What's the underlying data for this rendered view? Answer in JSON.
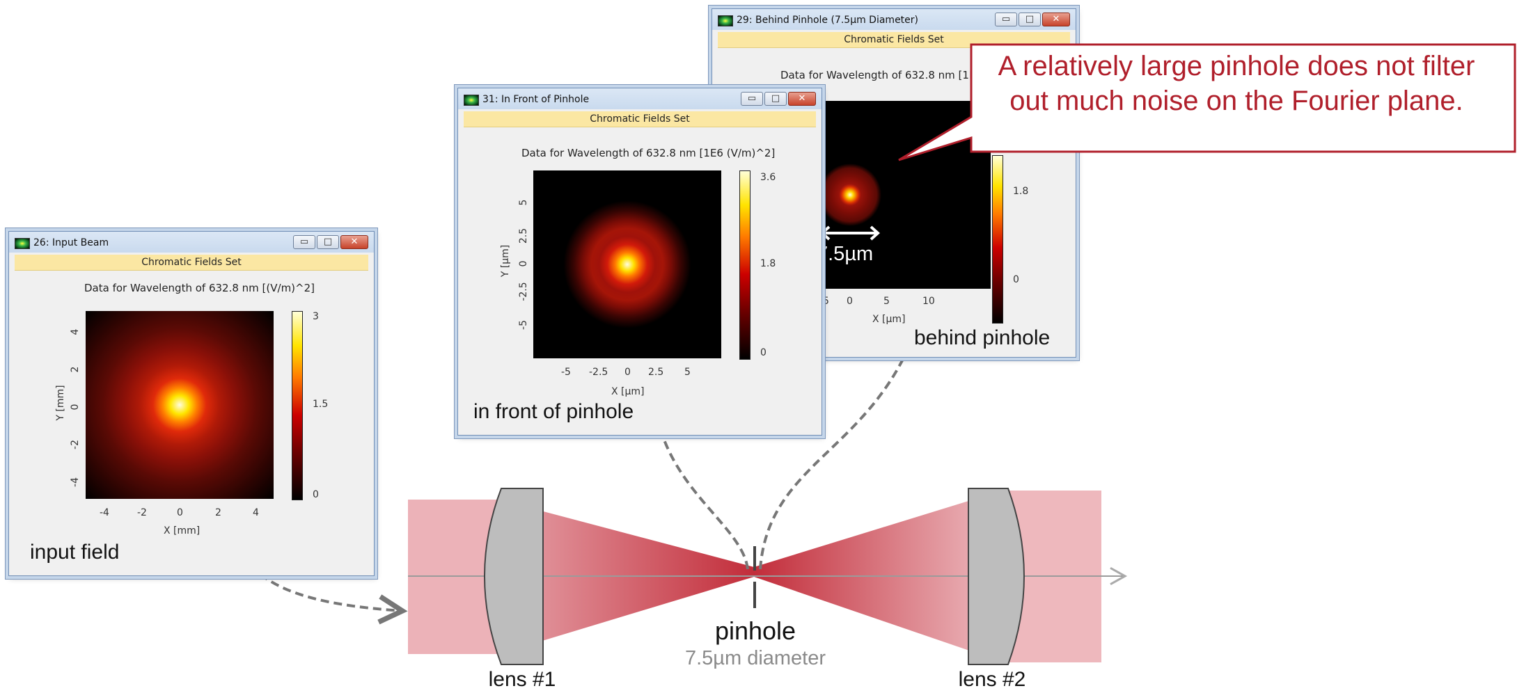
{
  "windows": {
    "input": {
      "title": "26: Input Beam",
      "band": "Chromatic Fields Set",
      "data_title": "Data for Wavelength of 632.8 nm  [(V/m)^2]",
      "x_label": "X [mm]",
      "y_label": "Y [mm]",
      "x_ticks": [
        "-4",
        "-2",
        "0",
        "2",
        "4"
      ],
      "y_ticks": [
        "4",
        "2",
        "0",
        "-2",
        "-4"
      ],
      "colorbar_ticks": [
        "3",
        "1.5",
        "0"
      ],
      "caption": "input field"
    },
    "front": {
      "title": "31: In Front of Pinhole",
      "band": "Chromatic Fields Set",
      "data_title": "Data for Wavelength of 632.8 nm  [1E6 (V/m)^2]",
      "x_label": "X [µm]",
      "y_label": "Y [µm]",
      "x_ticks": [
        "-5",
        "-2.5",
        "0",
        "2.5",
        "5"
      ],
      "y_ticks": [
        "5",
        "2.5",
        "0",
        "-2.5",
        "-5"
      ],
      "colorbar_ticks": [
        "3.6",
        "1.8",
        "0"
      ],
      "caption": "in front of pinhole"
    },
    "behind": {
      "title": "29: Behind Pinhole (7.5µm Diameter)",
      "band": "Chromatic Fields Set",
      "data_title": "Data for Wavelength of 632.8 nm  [1E6",
      "x_label": "X [µm]",
      "x_ticks": [
        "-5",
        "0",
        "5",
        "10"
      ],
      "colorbar_ticks": [
        "1.8",
        "0"
      ],
      "size_label": "7.5µm",
      "caption": "behind pinhole"
    }
  },
  "window_buttons": {
    "minimize": "▭",
    "maximize": "□",
    "close": "✕"
  },
  "callout": {
    "line1": "A relatively large pinhole does not filter",
    "line2": "out much noise on the Fourier plane."
  },
  "setup": {
    "lens1": "lens #1",
    "lens2": "lens #2",
    "pinhole": "pinhole",
    "pinhole_diameter": "7.5µm diameter"
  },
  "colors": {
    "beam": "#c8343f",
    "callout": "#b01f2b",
    "lens_fill": "#bdbdbd",
    "window_band": "#fbe7a3"
  }
}
